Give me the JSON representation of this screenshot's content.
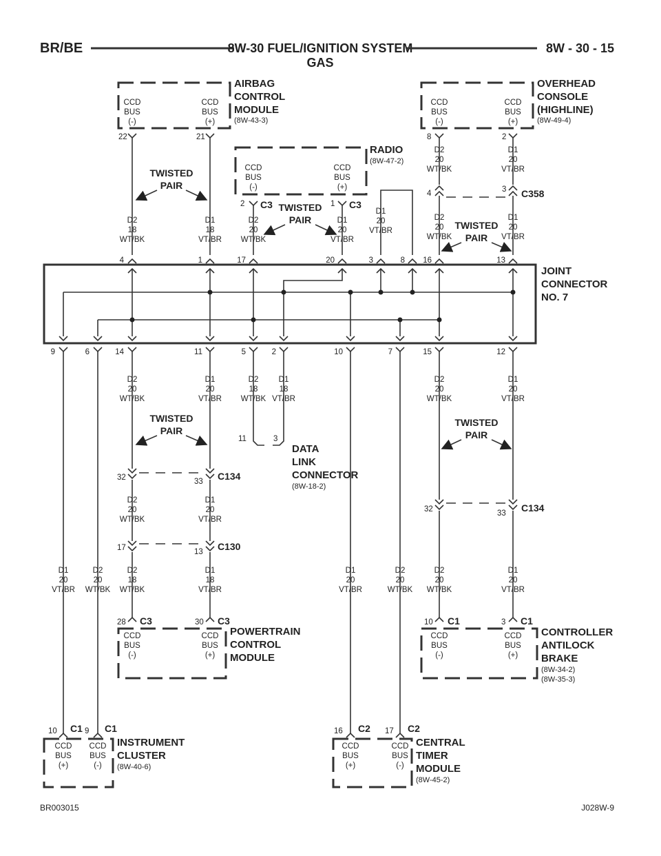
{
  "header": {
    "left": "BR/BE",
    "title": "8W-30 FUEL/IGNITION SYSTEM",
    "subtitle": "GAS",
    "right": "8W - 30 - 15"
  },
  "modules": {
    "airbag": {
      "l1": "AIRBAG",
      "l2": "CONTROL",
      "l3": "MODULE",
      "ref": "(8W-43-3)"
    },
    "overhead": {
      "l1": "OVERHEAD",
      "l2": "CONSOLE",
      "l3": "(HIGHLINE)",
      "ref": "(8W-49-4)"
    },
    "radio": {
      "l1": "RADIO",
      "ref": "(8W-47-2)"
    },
    "joint": {
      "l1": "JOINT",
      "l2": "CONNECTOR",
      "l3": "NO. 7"
    },
    "dlc": {
      "l1": "DATA",
      "l2": "LINK",
      "l3": "CONNECTOR",
      "ref": "(8W-18-2)"
    },
    "pcm": {
      "l1": "POWERTRAIN",
      "l2": "CONTROL",
      "l3": "MODULE"
    },
    "abs": {
      "l1": "CONTROLLER",
      "l2": "ANTILOCK",
      "l3": "BRAKE",
      "ref1": "(8W-34-2)",
      "ref2": "(8W-35-3)"
    },
    "cluster": {
      "l1": "INSTRUMENT",
      "l2": "CLUSTER",
      "ref": "(8W-40-6)"
    },
    "ctm": {
      "l1": "CENTRAL",
      "l2": "TIMER",
      "l3": "MODULE",
      "ref": "(8W-45-2)"
    }
  },
  "ccd": {
    "ccd": "CCD",
    "bus": "BUS",
    "neg": "(-)",
    "pos": "(+)"
  },
  "twisted": {
    "l1": "TWISTED",
    "l2": "PAIR"
  },
  "connectors": {
    "c3": "C3",
    "c358": "C358",
    "c134": "C134",
    "c130": "C130",
    "c1": "C1",
    "c2": "C2"
  },
  "wires": {
    "d1": "D1",
    "d2": "D2",
    "g18": "18",
    "g20": "20",
    "wtbk": "WT/BK",
    "vtbr": "VT/BR"
  },
  "pins": {
    "p22": "22",
    "p21": "21",
    "p8": "8",
    "p2": "2",
    "p4": "4",
    "p3": "3",
    "p1": "1",
    "p17": "17",
    "p20": "20",
    "p16": "16",
    "p13": "13",
    "p9": "9",
    "p6": "6",
    "p14": "14",
    "p11": "11",
    "p5": "5",
    "p10": "10",
    "p7": "7",
    "p15": "15",
    "p12": "12",
    "p32": "32",
    "p33": "33",
    "p28": "28",
    "p30": "30"
  },
  "footer": {
    "left": "BR003015",
    "right": "J028W-9"
  }
}
